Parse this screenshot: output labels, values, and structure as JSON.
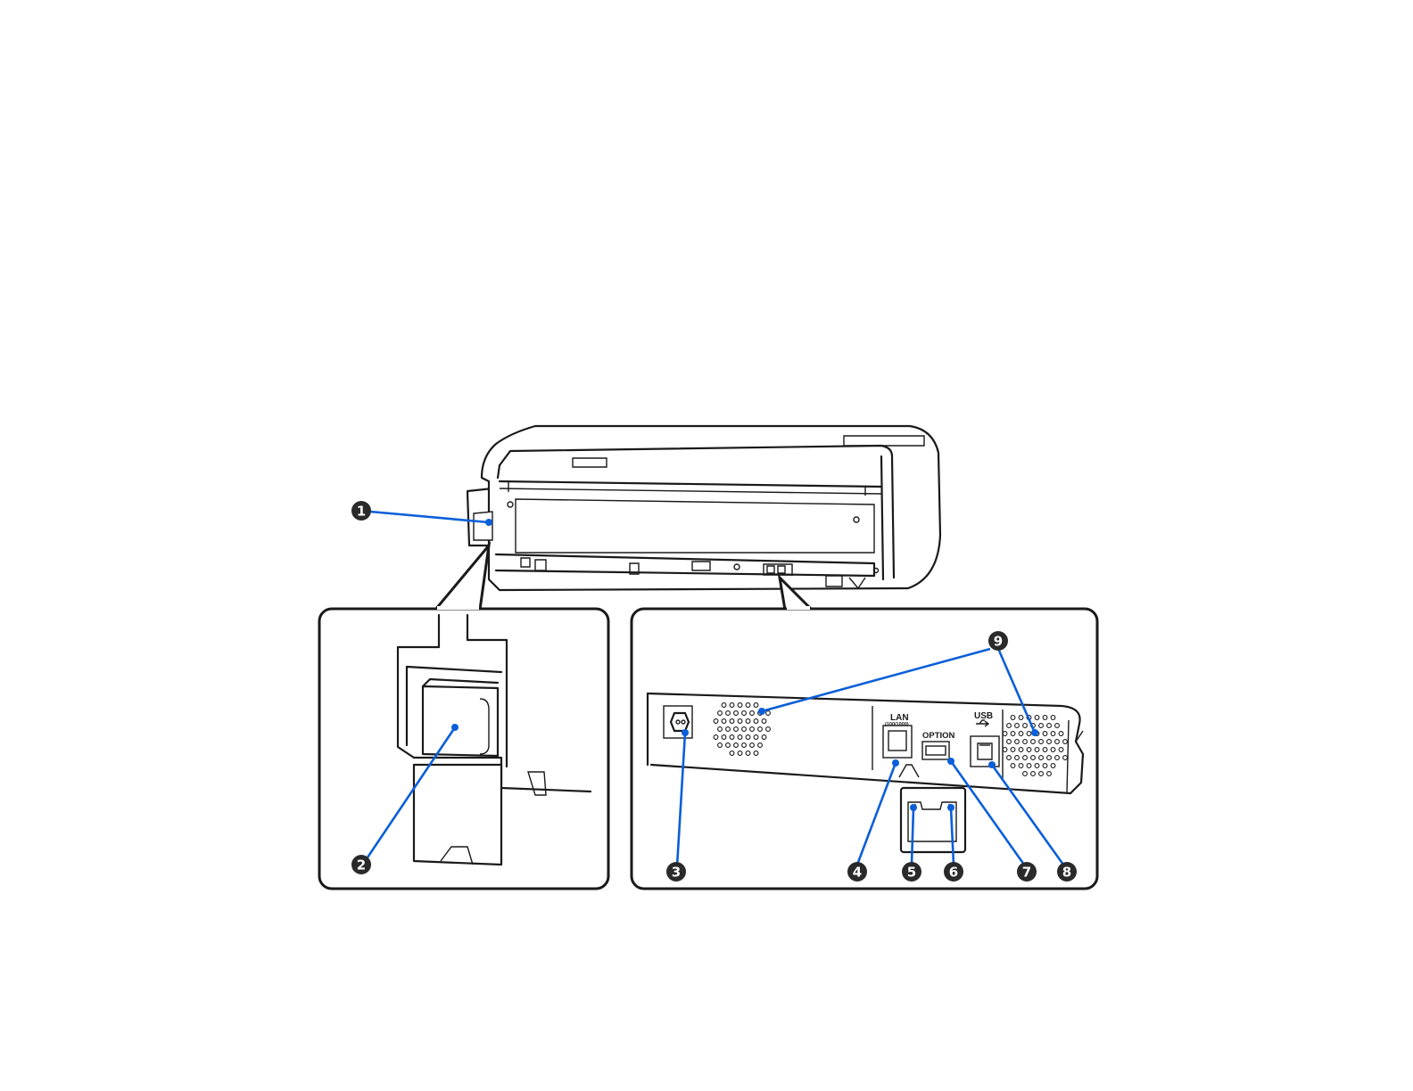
{
  "figure": {
    "port_labels": {
      "lan": "LAN",
      "lan_speed": "(100/1000)",
      "option": "OPTION",
      "usb": "USB"
    },
    "callouts": [
      {
        "id": "1",
        "label": "1"
      },
      {
        "id": "2",
        "label": "2"
      },
      {
        "id": "3",
        "label": "3"
      },
      {
        "id": "4",
        "label": "4"
      },
      {
        "id": "5",
        "label": "5"
      },
      {
        "id": "6",
        "label": "6"
      },
      {
        "id": "7",
        "label": "7"
      },
      {
        "id": "8",
        "label": "8"
      },
      {
        "id": "9",
        "label": "9"
      }
    ],
    "colors": {
      "callout_line": "#0a5fd9",
      "badge": "#2a2a2a",
      "outline": "#1a1a1a"
    }
  }
}
